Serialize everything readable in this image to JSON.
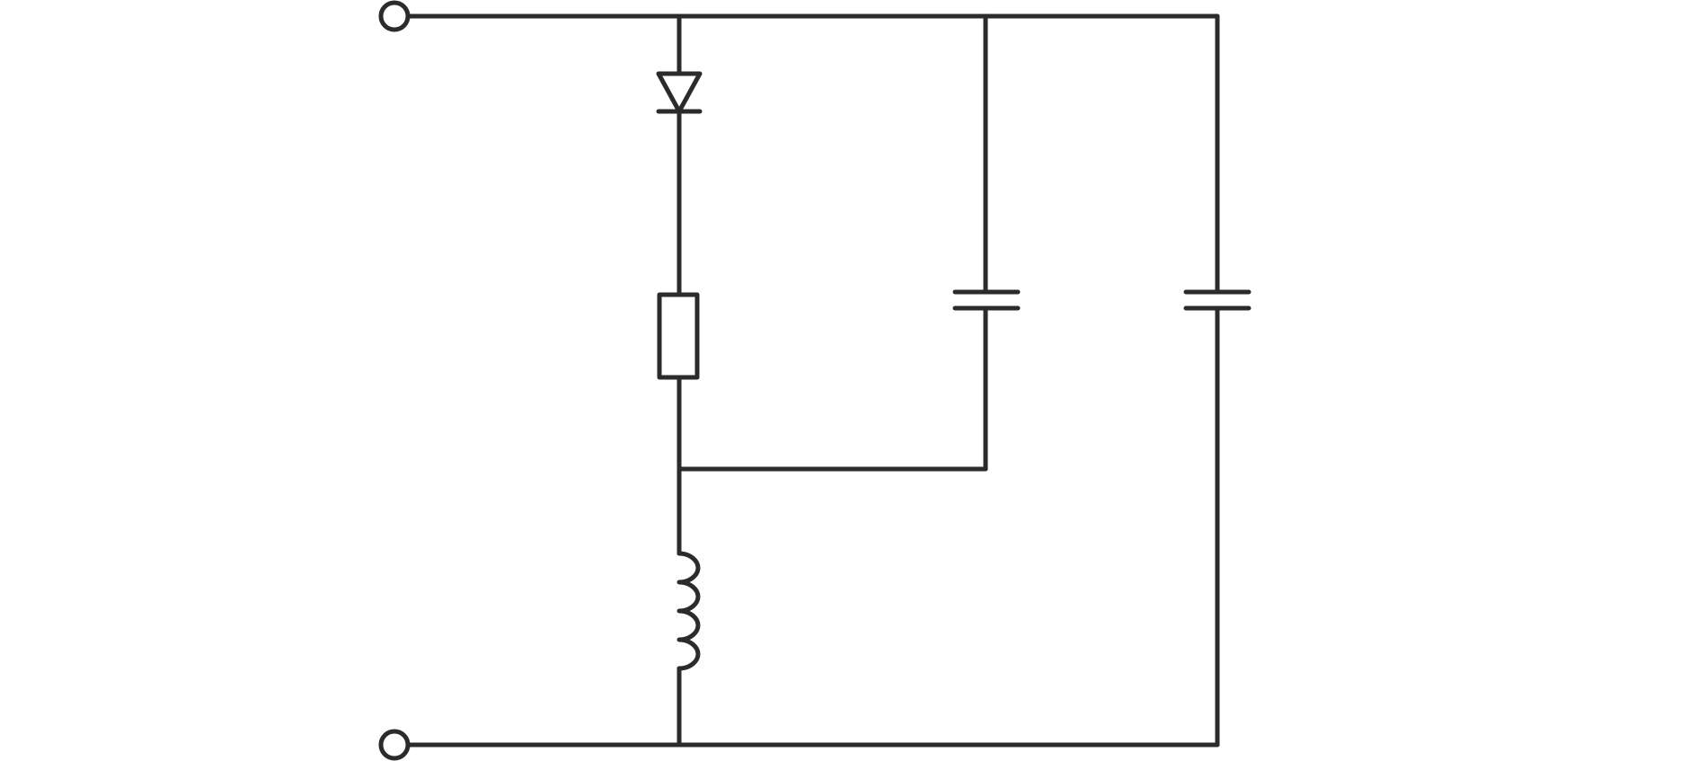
{
  "diagram": {
    "type": "circuit-schematic",
    "background_color": "#ffffff",
    "stroke_color": "#2b2b2b",
    "terminals": [
      {
        "id": "terminal-top",
        "node": "top-rail"
      },
      {
        "id": "terminal-bottom",
        "node": "bottom-rail"
      }
    ],
    "components": [
      {
        "id": "diode",
        "kind": "diode",
        "between": [
          "top-rail",
          "resistor-top"
        ]
      },
      {
        "id": "resistor",
        "kind": "resistor",
        "between": [
          "diode",
          "mid-node"
        ]
      },
      {
        "id": "inductor",
        "kind": "inductor",
        "between": [
          "mid-node",
          "bottom-rail"
        ]
      },
      {
        "id": "capacitor-1",
        "kind": "capacitor",
        "between": [
          "top-rail",
          "mid-node"
        ]
      },
      {
        "id": "capacitor-2",
        "kind": "capacitor",
        "between": [
          "top-rail",
          "bottom-rail"
        ]
      }
    ]
  }
}
